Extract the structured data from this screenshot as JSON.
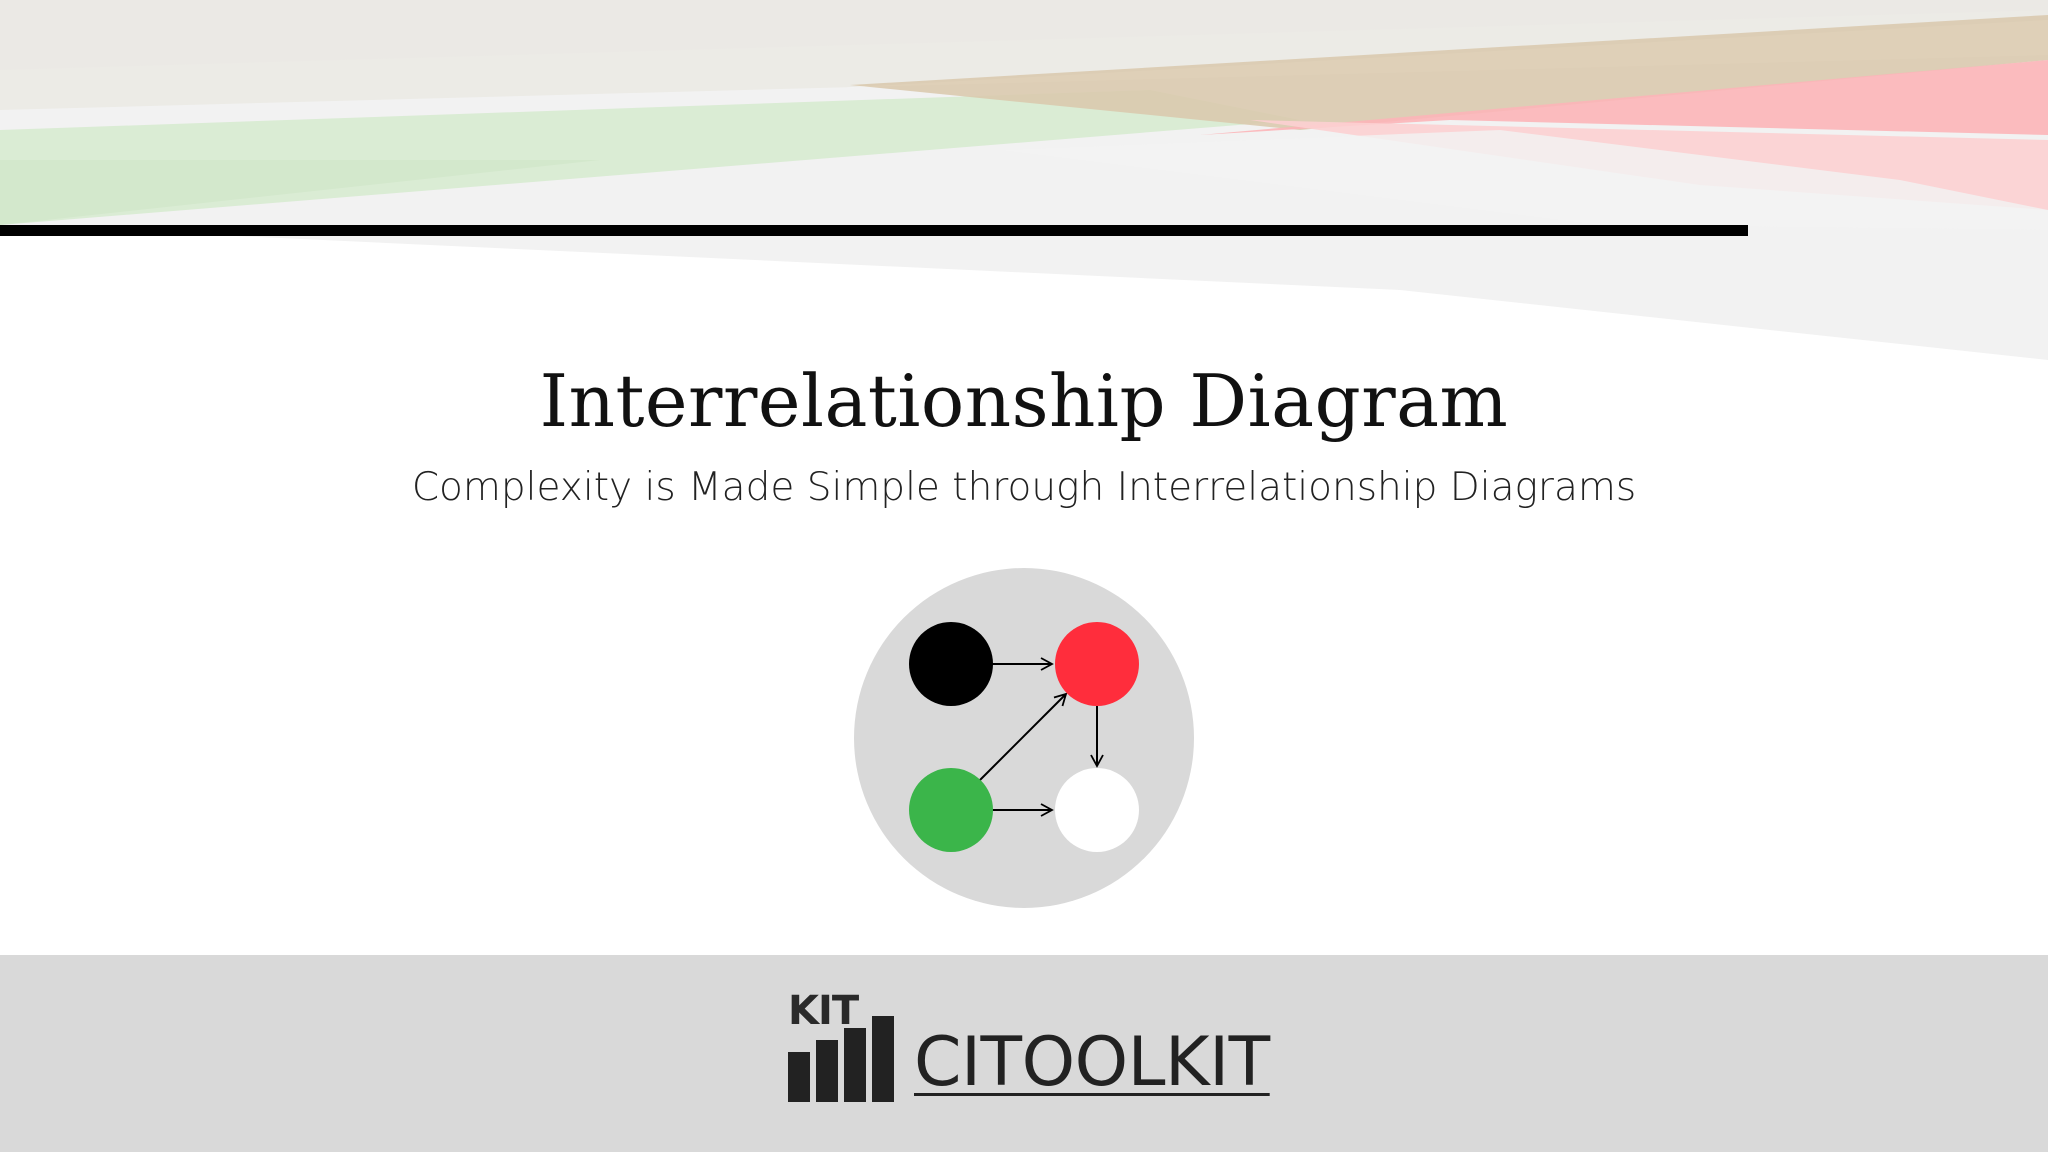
{
  "page": {
    "title": "Interrelationship Diagram",
    "subtitle": "Complexity is Made Simple through Interrelationship Diagrams"
  },
  "diagram": {
    "background": "#d9d9d9",
    "nodes": [
      {
        "id": "node-black",
        "color": "#000000"
      },
      {
        "id": "node-red",
        "color": "#ff2d3c"
      },
      {
        "id": "node-green",
        "color": "#3bb54a"
      },
      {
        "id": "node-white",
        "color": "#ffffff"
      }
    ],
    "edges": [
      {
        "from": "node-black",
        "to": "node-red"
      },
      {
        "from": "node-green",
        "to": "node-red"
      },
      {
        "from": "node-red",
        "to": "node-white"
      },
      {
        "from": "node-green",
        "to": "node-white"
      }
    ]
  },
  "footer": {
    "logo_text": "KIT",
    "brand": "CITOOLKIT",
    "background": "#d9d9d9"
  },
  "colors": {
    "divider": "#000000",
    "accent_green": "#d3e8cc",
    "accent_red": "#fbb6b9"
  }
}
